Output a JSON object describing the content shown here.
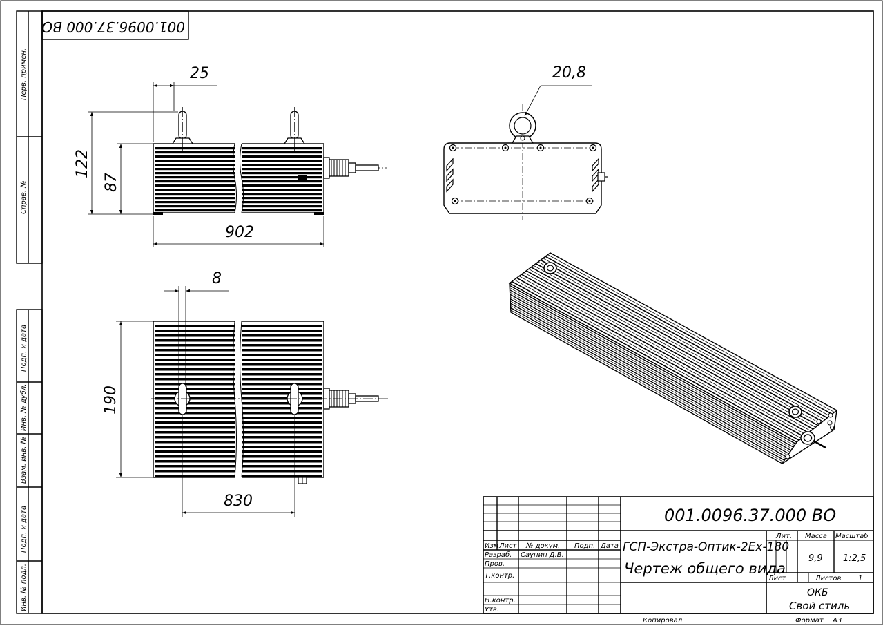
{
  "stamp_top": "001.0096.37.000 ВО",
  "side_labels": {
    "perv_primen": "Перв. примен.",
    "sprav_no": "Справ. №",
    "podp_data_1": "Подп. и дата",
    "inv_dubl": "Инв. № дубл.",
    "vzam_inv": "Взам. инв. №",
    "podp_data_2": "Подп. и дата",
    "inv_podl": "Инв. № подл."
  },
  "dimensions": {
    "d25": "25",
    "d20_8": "20,8",
    "d122": "122",
    "d87": "87",
    "d902": "902",
    "d8": "8",
    "d190": "190",
    "d830": "830"
  },
  "title_block": {
    "designation": "001.0096.37.000 ВО",
    "product_name": "ГСП-Экстра-Оптик-2Ех-180",
    "doc_name": "Чертеж общего вида",
    "col_izm": "Изм",
    "col_list": "Лист",
    "col_docum": "№ докум.",
    "col_podp": "Подп.",
    "col_data": "Дата",
    "razrab": "Разраб.",
    "razrab_name": "Саунин Д.В.",
    "prov": "Пров.",
    "tkontr": "Т.контр.",
    "nkontr": "Н.контр.",
    "utv": "Утв.",
    "lit": "Лит.",
    "massa": "Масса",
    "masshtab": "Масштаб",
    "massa_value": "9,9",
    "masshtab_value": "1:2,5",
    "list_label": "Лист",
    "listov_label": "Листов",
    "listov_value": "1",
    "org_line1": "ОКБ",
    "org_line2": "Свой стиль",
    "kopiroval": "Копировал",
    "format_label": "Формат",
    "format_value": "А3"
  }
}
